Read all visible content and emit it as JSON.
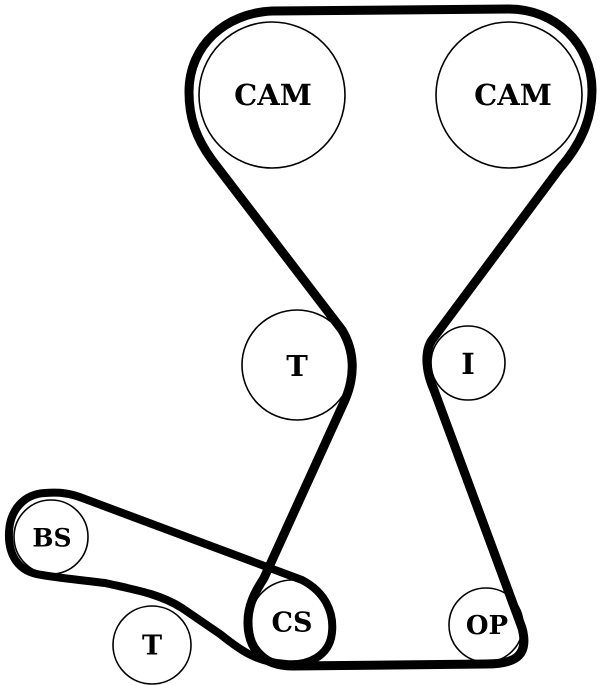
{
  "labels": {
    "cam_left": "CAM",
    "cam_right": "CAM",
    "tensioner_upper": "T",
    "idler": "I",
    "balance_shaft": "BS",
    "tensioner_lower": "T",
    "crankshaft": "CS",
    "oil_pump": "OP"
  },
  "colors": {
    "belt": "#000000",
    "pulley_fill": "#ffffff",
    "background": "#ffffff"
  }
}
